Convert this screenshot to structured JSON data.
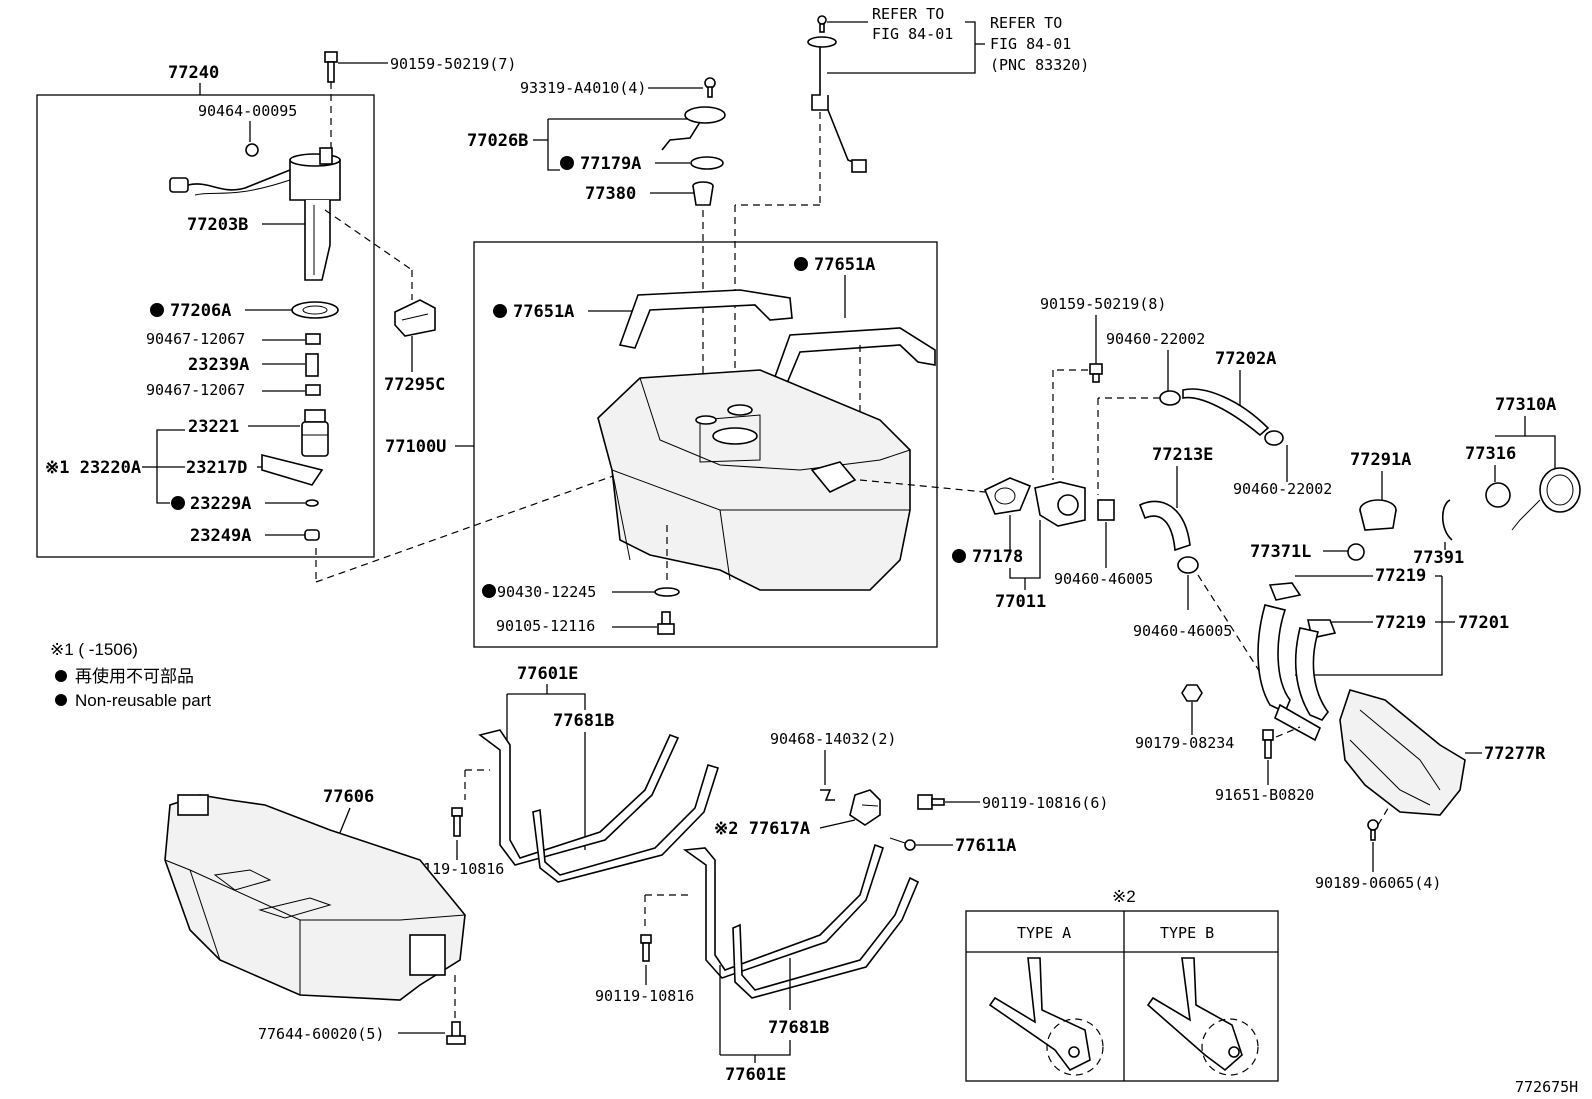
{
  "labels": {
    "p77240": "77240",
    "p90159a": "90159-50219(7)",
    "p90464": "90464-00095",
    "p77203B": "77203B",
    "p77206A": "77206A",
    "p90467a": "90467-12067",
    "p23239A": "23239A",
    "p90467b": "90467-12067",
    "p23221": "23221",
    "p23220A": "※1 23220A",
    "p23217D": "23217D",
    "p23229A": "23229A",
    "p23249A": "23249A",
    "p77295C": "77295C",
    "p93319": "93319-A4010(4)",
    "p77026B": "77026B",
    "p77179A": "77179A",
    "p77380": "77380",
    "p77651A_l": "77651A",
    "p77651A_r": "77651A",
    "p77100U": "77100U",
    "p90430": "90430-12245",
    "p90105": "90105-12116",
    "ref1_a": "REFER TO",
    "ref1_b": "FIG 84-01",
    "ref2_a": "REFER TO",
    "ref2_b": "FIG 84-01",
    "ref2_c": "(PNC 83320)",
    "p90159b": "90159-50219(8)",
    "p90460_22002a": "90460-22002",
    "p77202A": "77202A",
    "p77310A": "77310A",
    "p77213E": "77213E",
    "p77291A": "77291A",
    "p77316": "77316",
    "p90460_22002b": "90460-22002",
    "p77371L": "77371L",
    "p77391": "77391",
    "p77178": "77178",
    "p77011": "77011",
    "p90460_46005a": "90460-46005",
    "p90460_46005b": "90460-46005",
    "p77219a": "77219",
    "p77219b": "77219",
    "p77201": "77201",
    "p90179": "90179-08234",
    "p91651": "91651-B0820",
    "p77277R": "77277R",
    "p90189": "90189-06065(4)",
    "p77601E_t": "77601E",
    "p77681B_t": "77681B",
    "p77606": "77606",
    "p90119_a": "90119-10816",
    "p77644": "77644-60020(5)",
    "p90468": "90468-14032(2)",
    "p90119_6": "90119-10816(6)",
    "p77617A": "※2 77617A",
    "p77611A": "77611A",
    "p90119_b": "90119-10816",
    "p77681B_b": "77681B",
    "p77601E_b": "77601E",
    "note_range": "※1 (      -1506)",
    "note_jp": "再使用不可部品",
    "note_en": "Non-reusable part",
    "type_mark": "※2",
    "type_a": "TYPE A",
    "type_b": "TYPE B",
    "diagram_id": "772675H"
  }
}
